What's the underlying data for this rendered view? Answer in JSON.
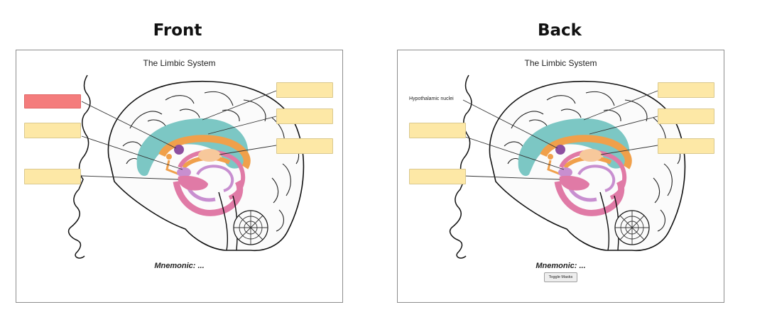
{
  "headings": {
    "front": "Front",
    "back": "Back"
  },
  "front": {
    "title": "The Limbic System",
    "mnemonic": "Mnemonic: ..."
  },
  "back": {
    "title": "The Limbic System",
    "label": "Hypothalamic nuclei",
    "mnemonic": "Mnemonic: ...",
    "toggle_button": "Toggle Masks"
  },
  "colors": {
    "active_mask": "#f47c7c",
    "mask": "#fde8a6",
    "cingulate": "#7cc7c4",
    "fornix": "#f0a04b",
    "hippocampus": "#e07aa6",
    "thalamus": "#c88fd0"
  }
}
